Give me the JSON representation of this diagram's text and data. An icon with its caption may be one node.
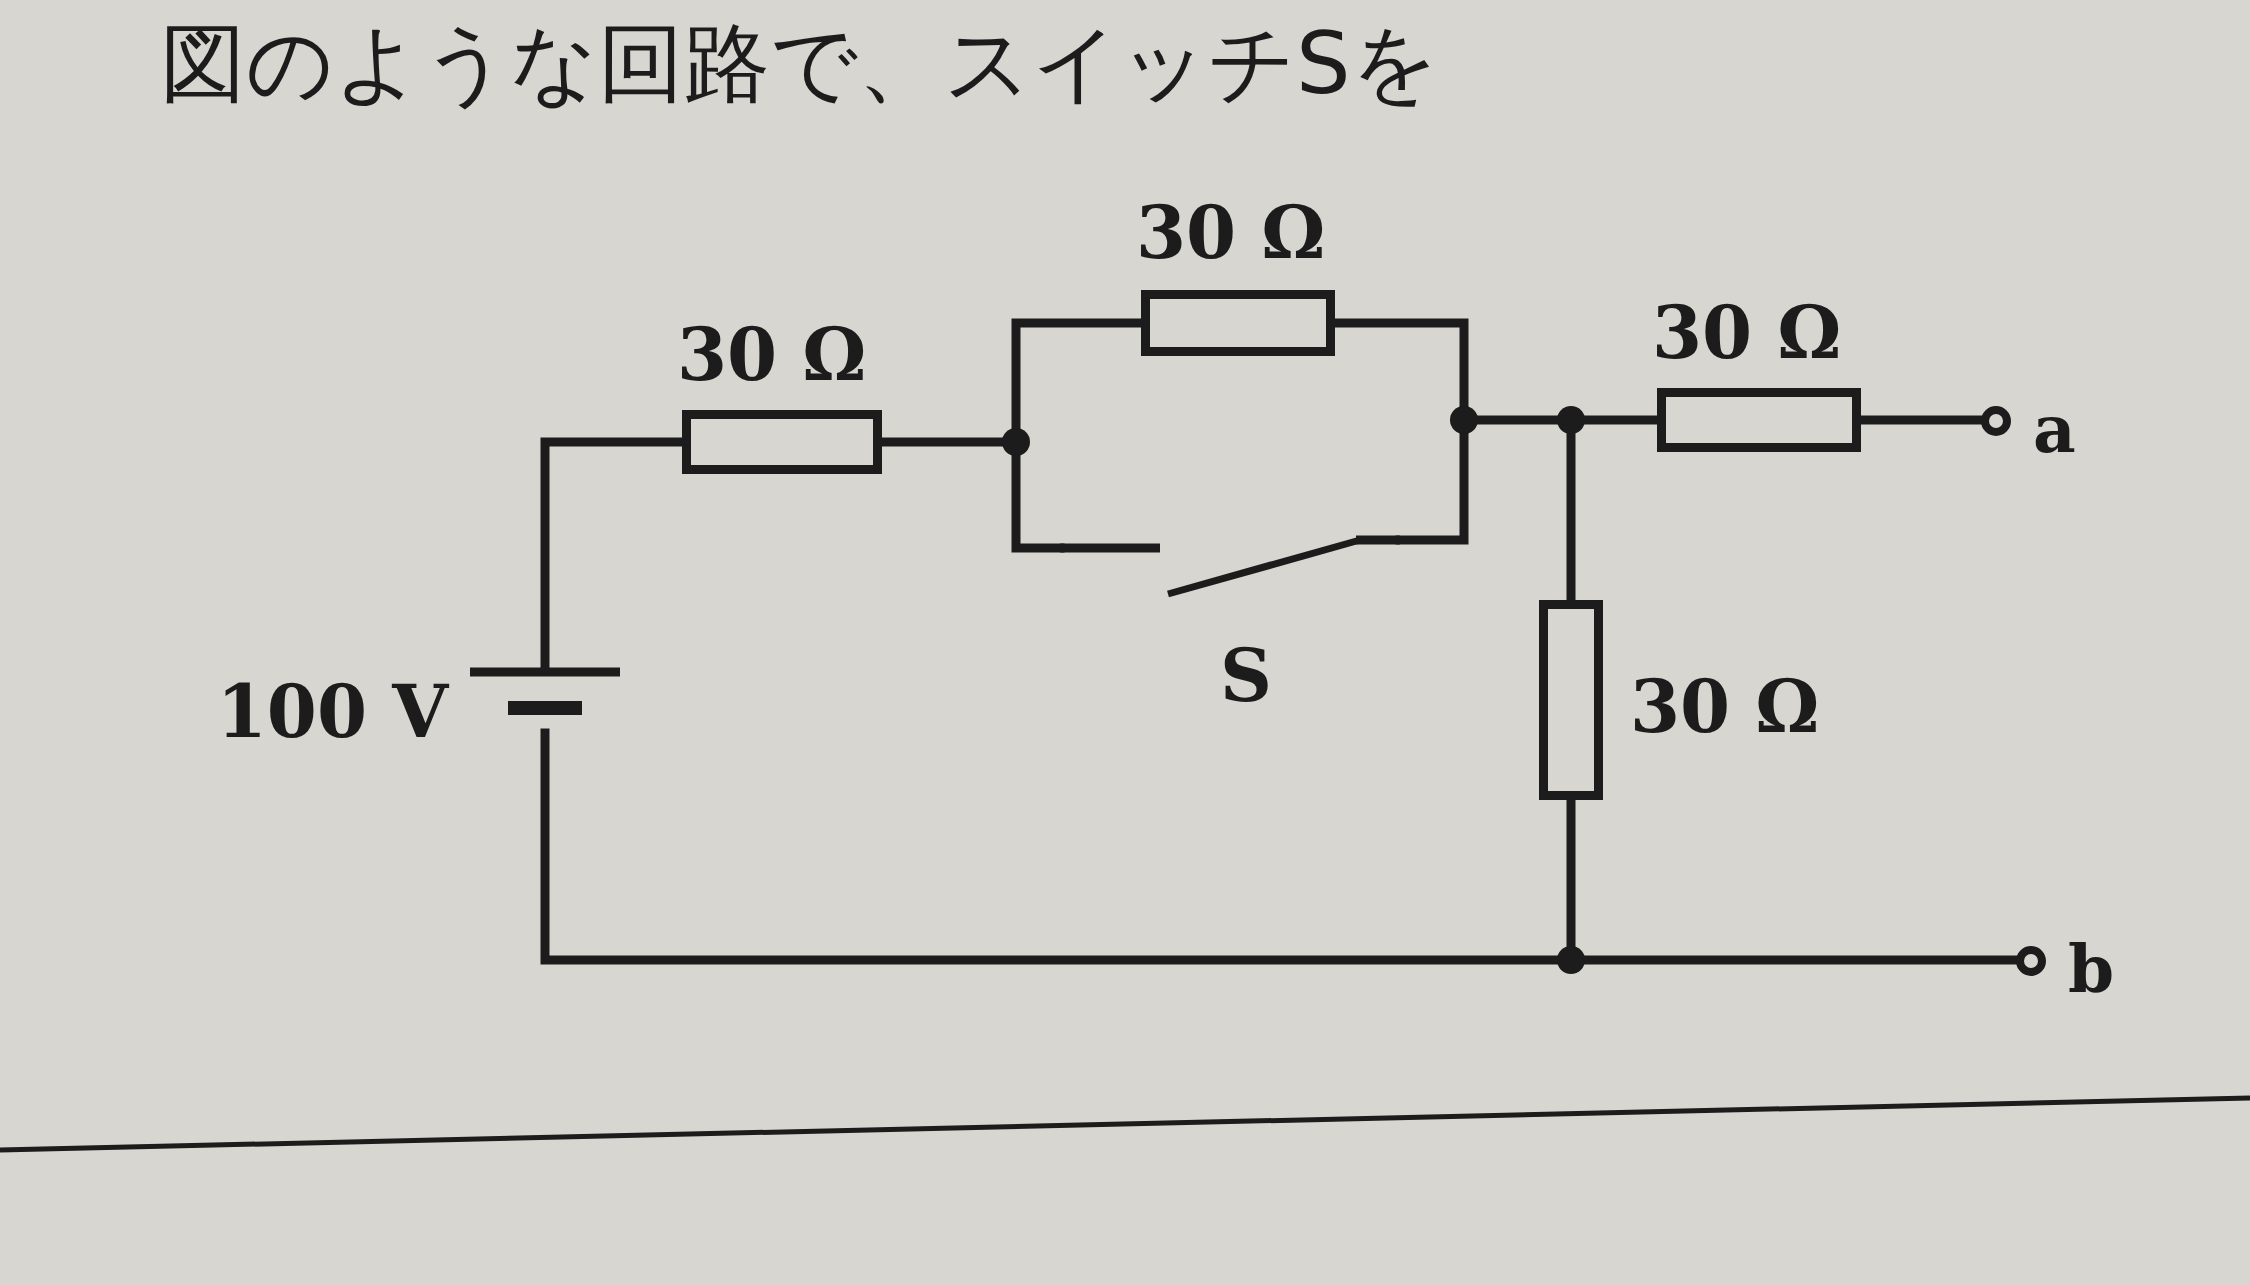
{
  "diagram": {
    "nodes": [
      {
        "text": [
          "100 V"
        ]
      },
      {
        "text": [
          "30 Ω"
        ]
      },
      {
        "text": [
          "30 Ω"
        ]
      },
      {
        "text": [
          "S"
        ]
      },
      {
        "text": [
          "30 Ω"
        ]
      },
      {
        "text": [
          "30 Ω"
        ]
      },
      {
        "text": [
          "a"
        ]
      },
      {
        "text": [
          "b"
        ]
      },
      {
        "text": [],
        "shape": "circle"
      },
      {
        "text": [],
        "shape": "circle"
      },
      {
        "text": [],
        "shape": "circle"
      },
      {
        "text": [],
        "shape": "circle"
      }
    ],
    "edges": [
      {
        "from": 0,
        "to": 1,
        "arrow": "none"
      },
      {
        "from": 1,
        "to": 8,
        "arrow": "none"
      },
      {
        "from": 8,
        "to": 2,
        "arrow": "none"
      },
      {
        "from": 8,
        "to": 3,
        "arrow": "none"
      },
      {
        "from": 2,
        "to": 9,
        "arrow": "none"
      },
      {
        "from": 3,
        "to": 9,
        "arrow": "none"
      },
      {
        "from": 9,
        "to": 10,
        "arrow": "none"
      },
      {
        "from": 10,
        "to": 4,
        "arrow": "none"
      },
      {
        "from": 4,
        "to": 6,
        "arrow": "none"
      },
      {
        "from": 10,
        "to": 5,
        "arrow": "none"
      },
      {
        "from": 5,
        "to": 11,
        "arrow": "none"
      },
      {
        "from": 11,
        "to": 7,
        "arrow": "none"
      },
      {
        "from": 0,
        "to": 11,
        "arrow": "none"
      }
    ],
    "labels": [
      "図のような回路で、スイッチSを"
    ]
  }
}
